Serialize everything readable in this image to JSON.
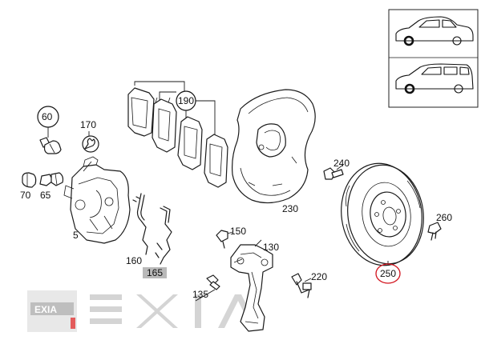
{
  "labels": {
    "p60": "60",
    "p170": "170",
    "p190": "190",
    "p70": "70",
    "p65": "65",
    "p5": "5",
    "p160": "160",
    "p165": "165",
    "p230": "230",
    "p240": "240",
    "p150": "150",
    "p130": "130",
    "p220": "220",
    "p135": "135",
    "p260": "260",
    "p250": "250"
  },
  "watermark": {
    "logo_text": "EXIA",
    "big_text": "EXIA"
  },
  "colors": {
    "highlight": "#d2141e",
    "watermark": "#d8d8d8"
  },
  "icons": [
    "sedan-car-icon",
    "estate-car-icon",
    "wrench-icon"
  ]
}
